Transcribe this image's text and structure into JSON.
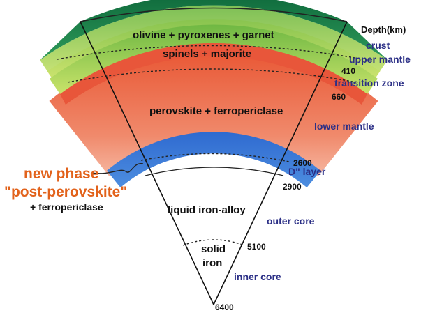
{
  "header": {
    "depth_label": "Depth(km)"
  },
  "layers": {
    "crust_composition": "olivine + pyroxenes + garnet",
    "transition_composition": "spinels + majorite",
    "lower_mantle_composition": "perovskite + ferropericlase",
    "outer_core_composition": "liquid iron-alloy",
    "inner_core_line1": "solid",
    "inner_core_line2": "iron"
  },
  "regions": {
    "crust": "crust",
    "upper_mantle": "upper mantle",
    "transition_zone": "transition zone",
    "lower_mantle": "lower mantle",
    "d_layer": "D\" layer",
    "outer_core": "outer core",
    "inner_core": "inner core"
  },
  "depths": {
    "d410": "410",
    "d660": "660",
    "d2600": "2600",
    "d2900": "2900",
    "d5100": "5100",
    "d6400": "6400"
  },
  "callout": {
    "line1": "new phase",
    "line2": "\"post-perovskite\"",
    "line3": "+ ferropericlase"
  },
  "colors": {
    "crust_band": "#1f7a4a",
    "upper_mantle_band": "#a8d04a",
    "transition_band": "#e8e880",
    "lower_mantle_band": "#e8563a",
    "d_layer_band": "#3a78d0",
    "callout_orange": "#e2621b",
    "region_label_blue": "#2b2f86"
  }
}
